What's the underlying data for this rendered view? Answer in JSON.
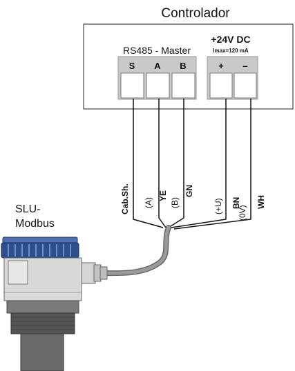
{
  "controller": {
    "title": "Controlador",
    "rs485_label": "RS485 - Master",
    "power_label": "+24V DC",
    "imax_label": "Imax=120 mA",
    "terminals_rs485": [
      "S",
      "A",
      "B"
    ],
    "terminals_power": [
      "+",
      "–"
    ]
  },
  "wires": [
    {
      "code": "Cab.Sh.",
      "signal": ""
    },
    {
      "code": "YE",
      "signal": "(A)"
    },
    {
      "code": "GN",
      "signal": "(B)"
    },
    {
      "code": "BN",
      "signal": "(+U)"
    },
    {
      "code": "WH",
      "signal": "(0V)"
    }
  ],
  "device": {
    "name_line1": "SLU-",
    "name_line2": "Modbus"
  },
  "colors": {
    "panel_header": "#c9c9c9",
    "terminal_fill": "#ffffff",
    "cap_blue": "#2e4f8e",
    "housing": "#d9d9d9",
    "sensor_dark": "#555555",
    "cable": "#8a8a8a"
  }
}
